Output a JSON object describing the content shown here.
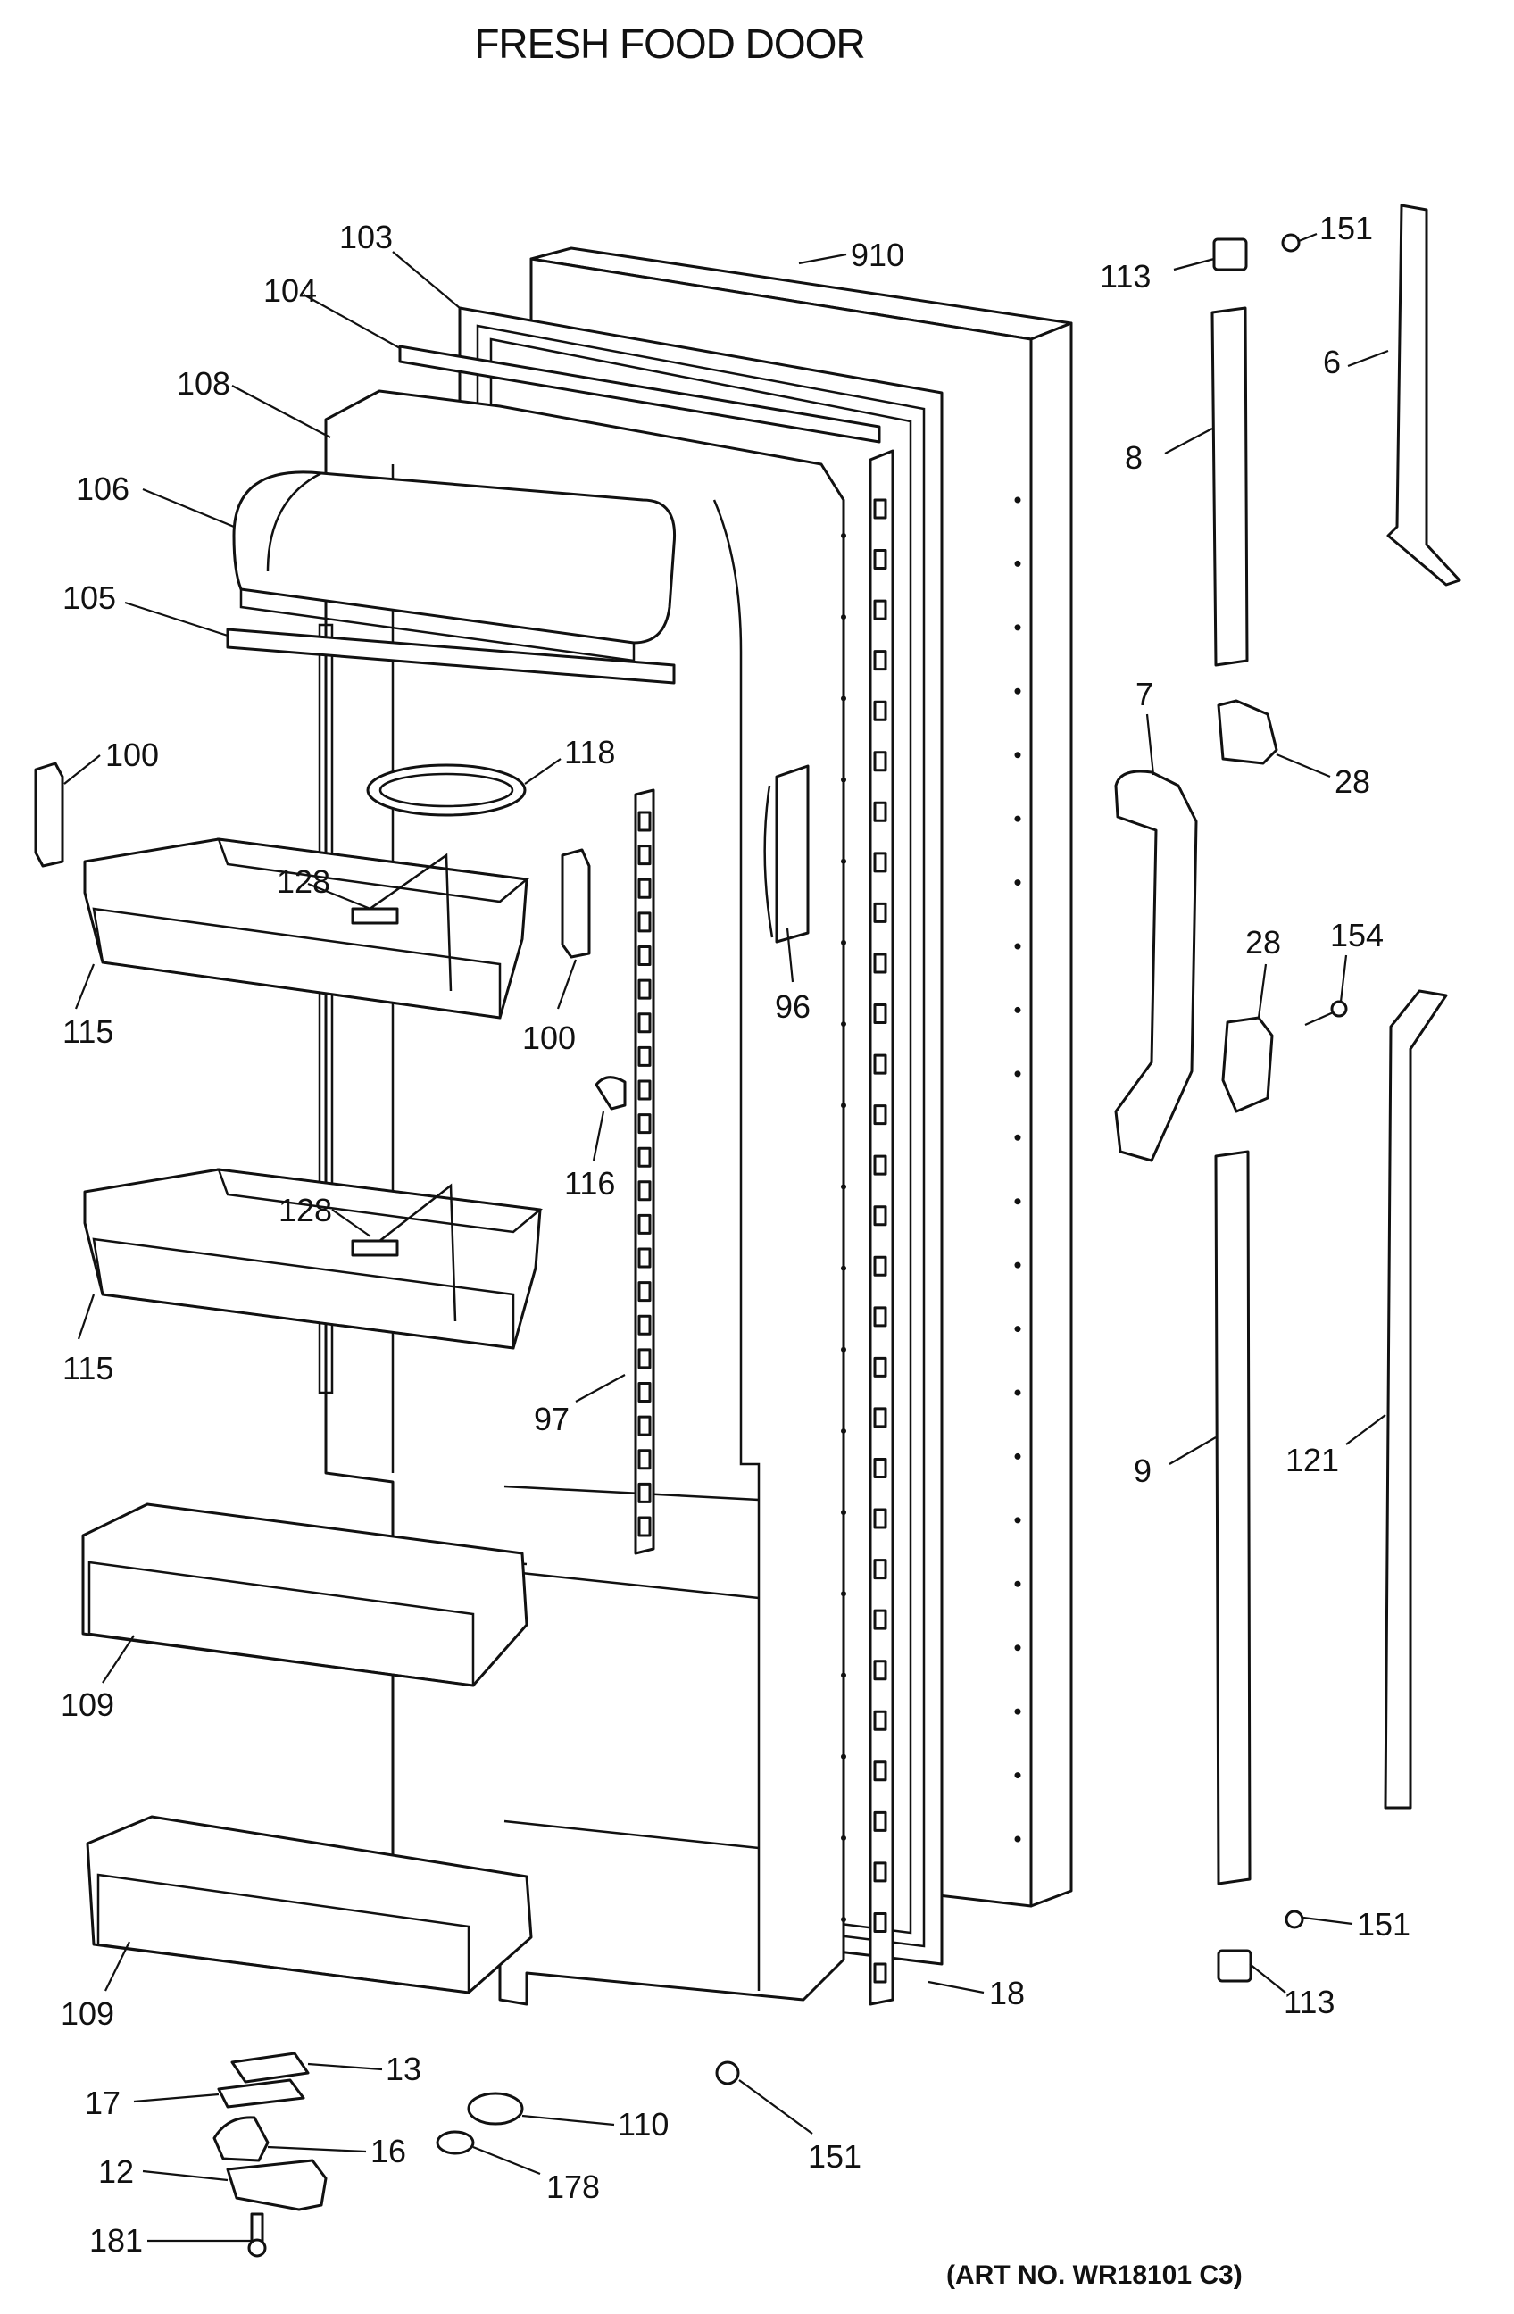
{
  "title": "FRESH FOOD DOOR",
  "art_number": "(ART NO. WR18101 C3)",
  "callouts": {
    "c910": "910",
    "c103": "103",
    "c104": "104",
    "c108": "108",
    "c106": "106",
    "c105": "105",
    "c100a": "100",
    "c118": "118",
    "c128a": "128",
    "c100b": "100",
    "c115a": "115",
    "c96": "96",
    "c116": "116",
    "c128b": "128",
    "c115b": "115",
    "c97": "97",
    "c109a": "109",
    "c109b": "109",
    "c13": "13",
    "c17": "17",
    "c16": "16",
    "c12": "12",
    "c181": "181",
    "c110": "110",
    "c178": "178",
    "c151a": "151",
    "c18": "18",
    "c113a": "113",
    "c151b": "151",
    "c6": "6",
    "c8": "8",
    "c7": "7",
    "c28a": "28",
    "c28b": "28",
    "c154": "154",
    "c9": "9",
    "c121": "121",
    "c151c": "151",
    "c113b": "113"
  }
}
